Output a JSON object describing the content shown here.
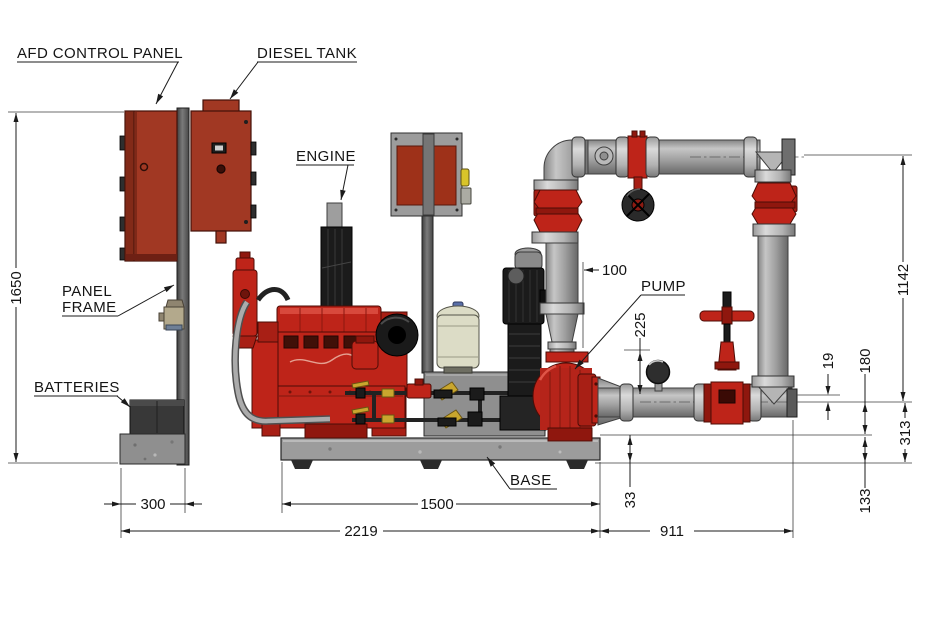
{
  "drawing": {
    "labels": {
      "afd_control_panel": "AFD CONTROL PANEL",
      "diesel_tank": "DIESEL TANK",
      "engine": "ENGINE",
      "panel_frame_line1": "PANEL",
      "panel_frame_line2": "FRAME",
      "batteries": "BATTERIES",
      "pump": "PUMP",
      "base": "BASE"
    },
    "dimensions_mm": {
      "overall_height": "1650",
      "battery_stand_width": "300",
      "base_length": "1500",
      "overall_length": "2219",
      "discharge_run": "911",
      "foot_height": "33",
      "base_bottom_to_ground": "133",
      "pipe_centerline_to_ground": "313",
      "pipe_centerline_to_base": "180",
      "pipe_offset": "19",
      "riser_height": "1142",
      "suction_size": "100",
      "discharge_height": "225"
    },
    "colors": {
      "panel_red": "#A13823",
      "engine_red": "#BE2419",
      "valve_red": "#A81F15",
      "pipe_gray": "#A6A6A6",
      "frame_gray": "#565656",
      "base_gray": "#9C9C9C",
      "battery_dark": "#383838",
      "tank_cream": "#DCDCC6",
      "brass_yellow": "#C9A62E",
      "line_black": "#1b1b1b"
    }
  }
}
